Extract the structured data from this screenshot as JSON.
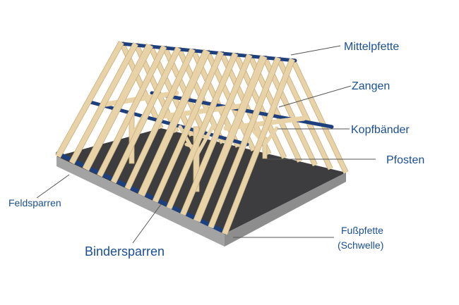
{
  "labels": {
    "mittelpfette": "Mittelpfette",
    "zangen": "Zangen",
    "kopfbaender": "Kopfbänder",
    "pfosten": "Pfosten",
    "feldsparren": "Feldsparren",
    "bindersparren": "Bindersparren",
    "fusspfette_line1": "Fußpfette",
    "fusspfette_line2": "(Schwelle)"
  },
  "colors": {
    "label_text": "#1a4f94",
    "timber": "#e8d3a8",
    "timber_edge": "#c9ad7c",
    "purlin": "#1d3f7d",
    "slab_top": "#3d3d3f",
    "slab_side": "#9c9c9c",
    "leader_line": "#555555"
  },
  "structure": {
    "rafter_pairs": 13
  }
}
